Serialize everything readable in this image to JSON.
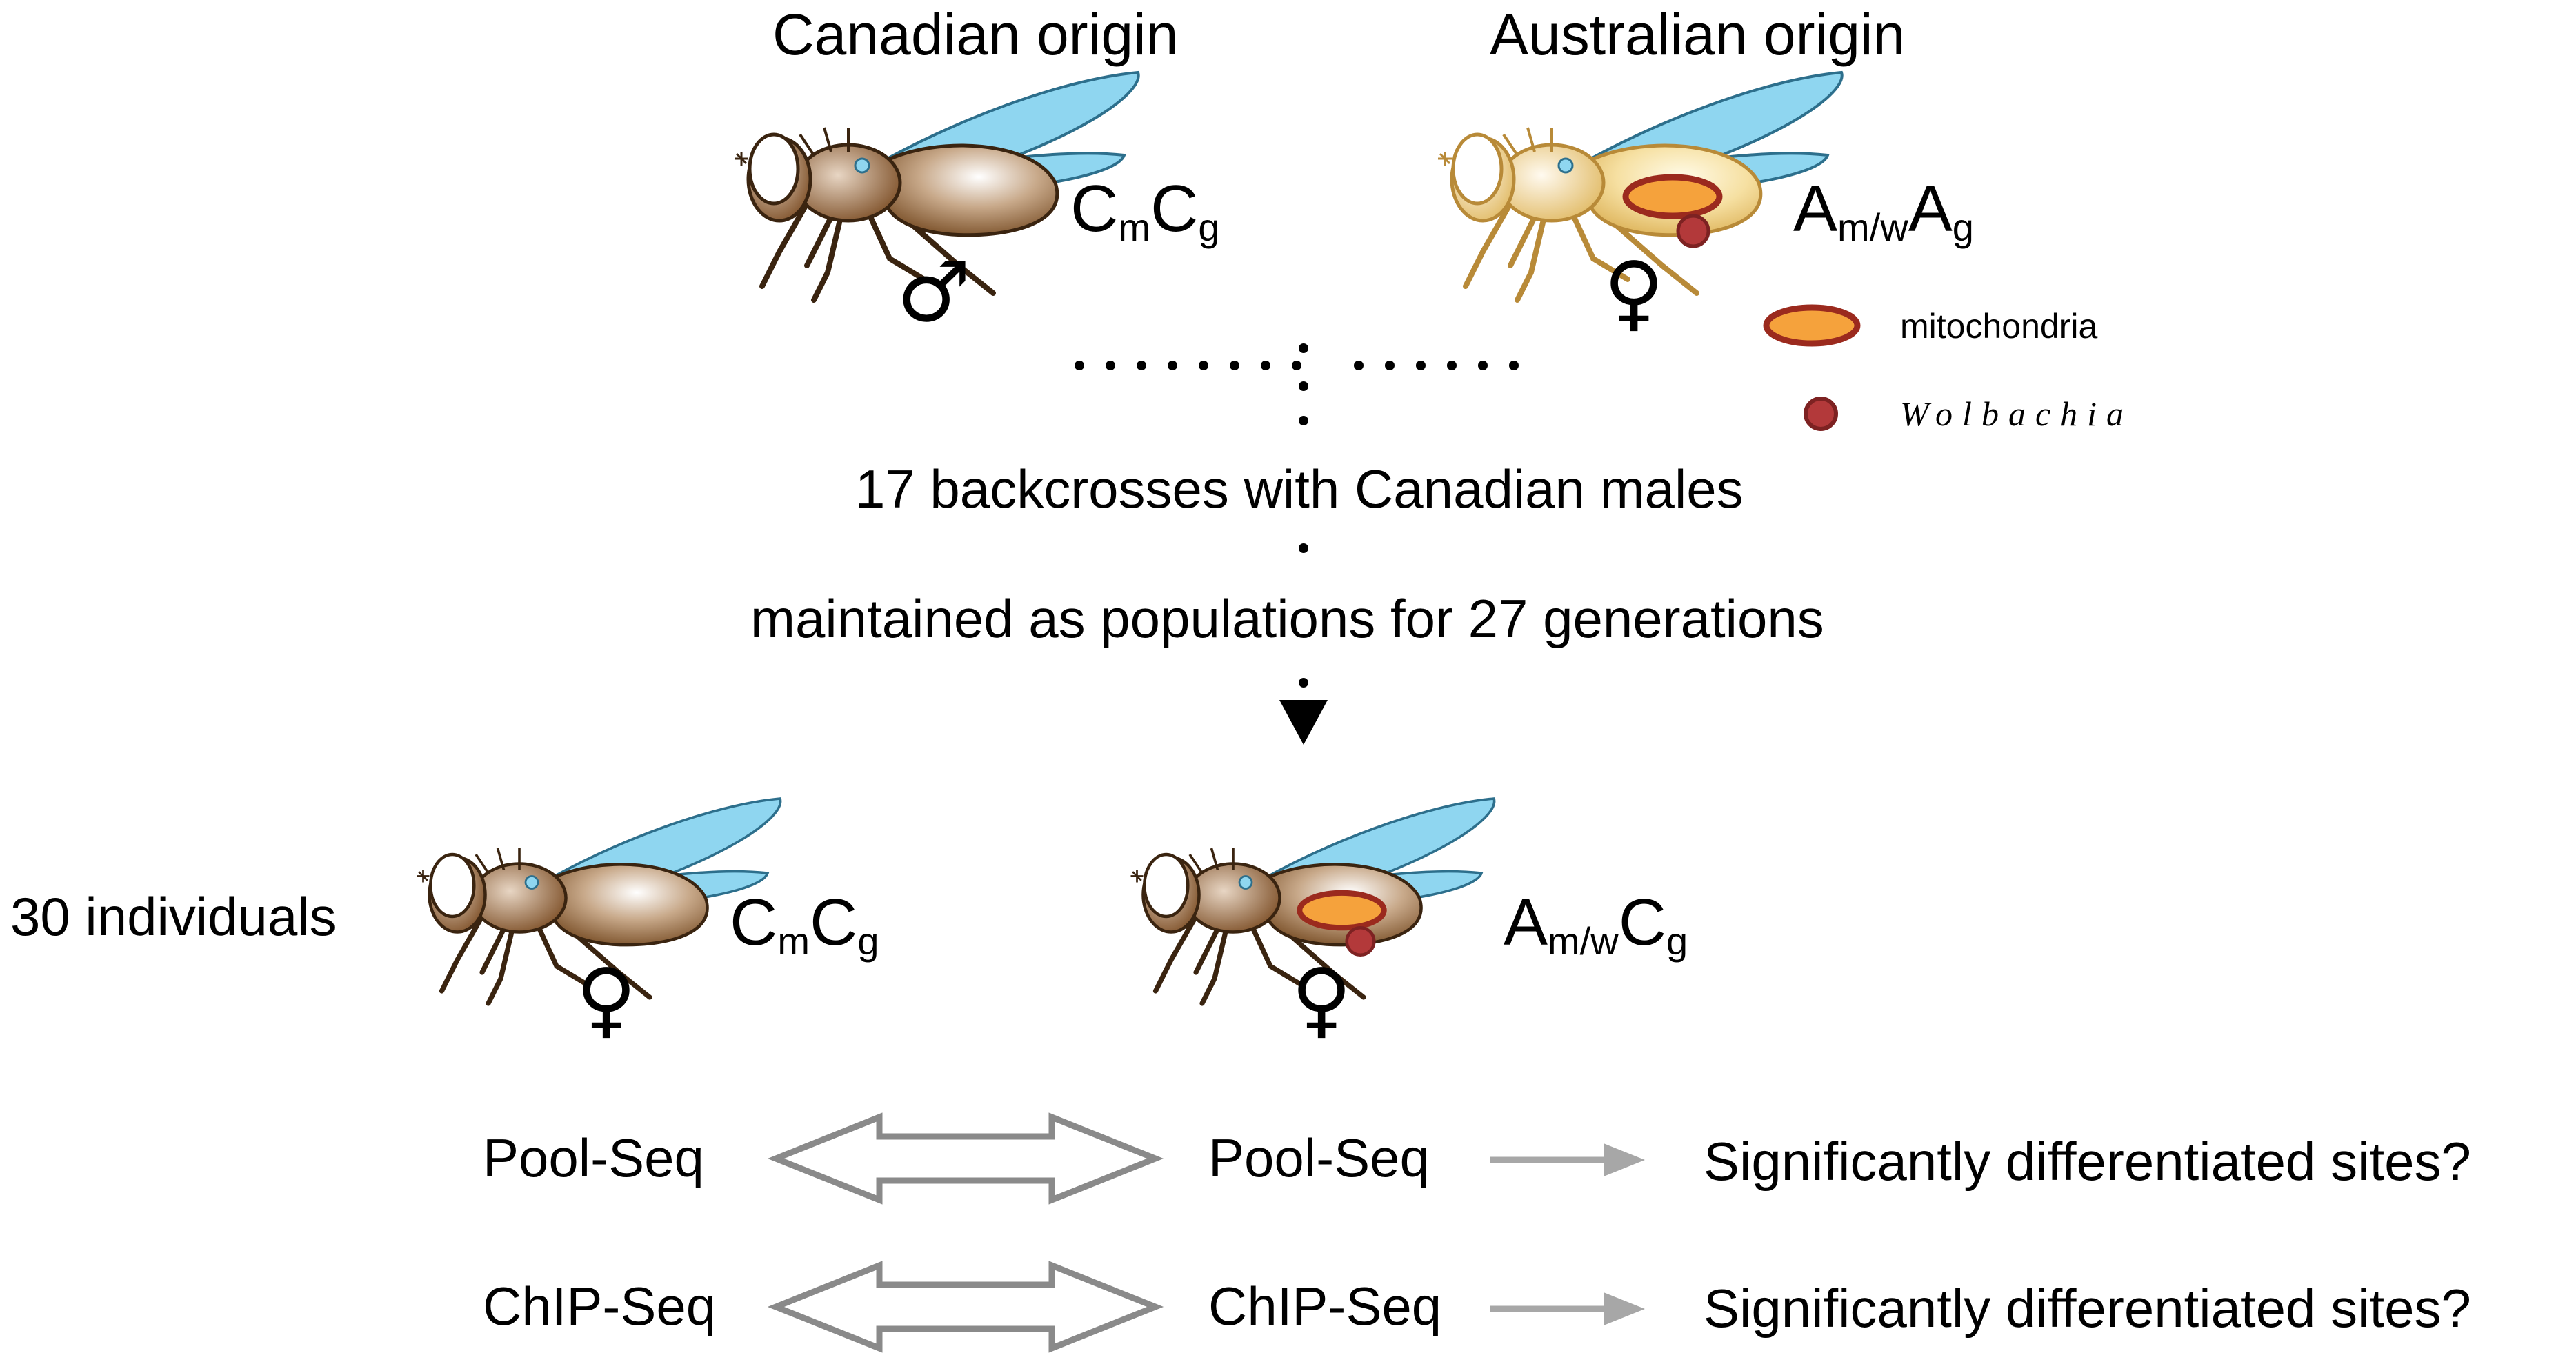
{
  "origins": {
    "canadian": "Canadian origin",
    "australian": "Australian origin"
  },
  "parents": {
    "male": {
      "genotype_main1": "C",
      "sub1": "m",
      "genotype_main2": "C",
      "sub2": "g",
      "sex_symbol": "♂"
    },
    "female": {
      "genotype_main1": "A",
      "sub1": "m/w",
      "genotype_main2": "A",
      "sub2": "g",
      "sex_symbol": "♀"
    }
  },
  "legend": {
    "mitochondria": "mitochondria",
    "wolbachia": "Wolbachia"
  },
  "steps": {
    "backcross": "17 backcrosses with Canadian males",
    "maintained": "maintained as populations for 27 generations"
  },
  "offspring": {
    "individuals_label": "30 individuals",
    "left": {
      "genotype_main1": "C",
      "sub1": "m",
      "genotype_main2": "C",
      "sub2": "g",
      "sex_symbol": "♀"
    },
    "right": {
      "genotype_main1": "A",
      "sub1": "m/w",
      "genotype_main2": "C",
      "sub2": "g",
      "sex_symbol": "♀"
    }
  },
  "comparisons": [
    {
      "left": "Pool-Seq",
      "right": "Pool-Seq",
      "result": "Significantly differentiated sites?"
    },
    {
      "left": "ChIP-Seq",
      "right": "ChIP-Seq",
      "result": "Significantly differentiated sites?"
    }
  ],
  "colors": {
    "brown_body": "#8a5a2b",
    "yellow_body": "#f3d98a",
    "wing": "#8fd6f0",
    "mitochondria_fill": "#f5a23c",
    "mitochondria_stroke": "#9b2a1e",
    "wolbachia": "#b3393a",
    "arrow_gray": "#a7a7a7"
  }
}
